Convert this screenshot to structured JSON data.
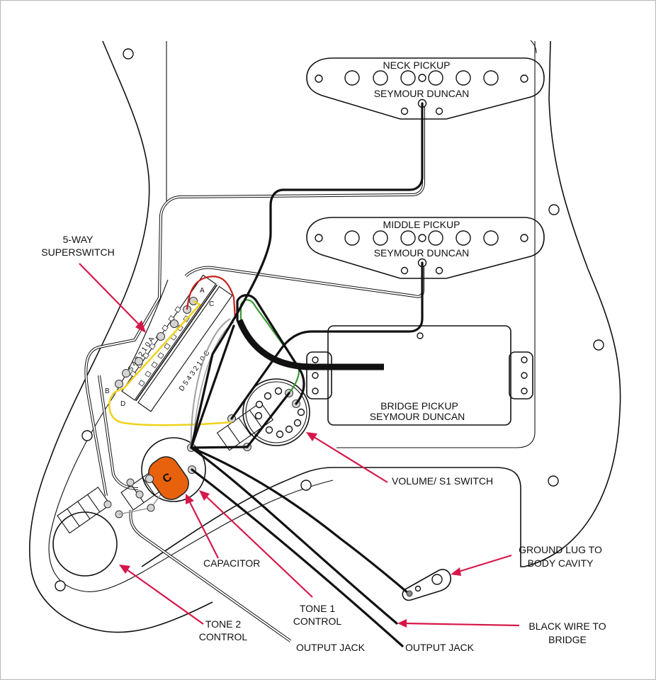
{
  "diagram": {
    "title": "Guitar wiring diagram – HSS pickguard with 5-way superswitch",
    "colors": {
      "outline": "#111111",
      "label_arrow": "#d6174a",
      "capacitor": "#e8620e",
      "red_wire": "#c8201c",
      "green_wire": "#3a9a35",
      "yellow_wire": "#f0d21a",
      "grey_wire": "#a0a0a0",
      "lug_fill": "#d4d4d4"
    },
    "pickups": {
      "neck": {
        "name": "NECK PICKUP",
        "brand": "SEYMOUR DUNCAN"
      },
      "middle": {
        "name": "MIDDLE PICKUP",
        "brand": "SEYMOUR DUNCAN"
      },
      "bridge": {
        "name": "BRIDGE PICKUP",
        "brand": "SEYMOUR DUNCAN"
      }
    },
    "switch": {
      "label_line1": "5-WAY",
      "label_line2": "SUPERSWITCH",
      "row_letters": [
        "A",
        "B",
        "C",
        "D"
      ],
      "terminal_numbers_a": [
        "0",
        "1",
        "2",
        "3",
        "4",
        "5"
      ],
      "terminal_numbers_b": [
        "5",
        "4",
        "3",
        "2",
        "1",
        "0"
      ],
      "terminal_numbers_c": [
        "0",
        "1",
        "2",
        "3",
        "4",
        "5"
      ],
      "terminal_numbers_d": [
        "5",
        "4",
        "3",
        "2",
        "1",
        "0"
      ]
    },
    "capacitor": {
      "mark": "C"
    },
    "callouts": {
      "volume": "VOLUME/ S1 SWITCH",
      "capacitor": "CAPACITOR",
      "tone1_line1": "TONE 1",
      "tone1_line2": "CONTROL",
      "tone2_line1": "TONE 2",
      "tone2_line2": "CONTROL",
      "output_jack_1": "OUTPUT JACK",
      "output_jack_2": "OUTPUT JACK",
      "ground_line1": "GROUND LUG TO",
      "ground_line2": "BODY CAVITY",
      "bridge_wire_line1": "BLACK WIRE TO",
      "bridge_wire_line2": "BRIDGE"
    }
  }
}
